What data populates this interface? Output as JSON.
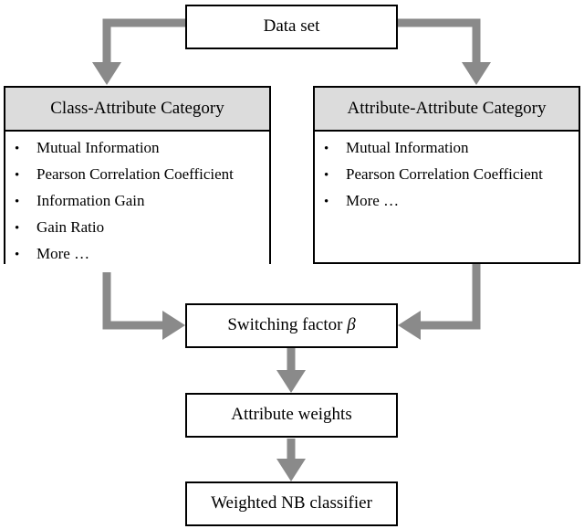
{
  "diagram": {
    "title": "Weighted Naive Bayes attribute weighting flowchart",
    "colors": {
      "arrow": "#8a8a8a",
      "header_fill": "#dcdcdc",
      "box_border": "#000000",
      "background": "#ffffff"
    },
    "nodes": {
      "dataset": {
        "label": "Data set"
      },
      "class_attribute": {
        "header": "Class-Attribute Category",
        "bullet_glyph": "•",
        "items": [
          "Mutual Information",
          "Pearson Correlation Coefficient",
          "Information Gain",
          "Gain Ratio",
          "More …"
        ]
      },
      "attribute_attribute": {
        "header": "Attribute-Attribute Category",
        "bullet_glyph": "•",
        "items": [
          "Mutual Information",
          "Pearson Correlation Coefficient",
          "More …"
        ]
      },
      "switching_factor": {
        "label_text": "Switching factor",
        "label_symbol": "β"
      },
      "attribute_weights": {
        "label": "Attribute weights"
      },
      "weighted_nb": {
        "label": "Weighted NB classifier"
      }
    },
    "edges": [
      {
        "name": "dataset-to-class-attribute",
        "from": "dataset",
        "to": "class_attribute",
        "style": "elbow-left-down"
      },
      {
        "name": "dataset-to-attribute-attribute",
        "from": "dataset",
        "to": "attribute_attribute",
        "style": "elbow-right-down"
      },
      {
        "name": "class-attribute-to-switching-factor",
        "from": "class_attribute",
        "to": "switching_factor",
        "style": "elbow-down-right"
      },
      {
        "name": "attribute-attribute-to-switching-factor",
        "from": "attribute_attribute",
        "to": "switching_factor",
        "style": "elbow-down-left"
      },
      {
        "name": "switching-factor-to-attribute-weights",
        "from": "switching_factor",
        "to": "attribute_weights",
        "style": "straight-down"
      },
      {
        "name": "attribute-weights-to-weighted-nb",
        "from": "attribute_weights",
        "to": "weighted_nb",
        "style": "straight-down"
      }
    ]
  }
}
